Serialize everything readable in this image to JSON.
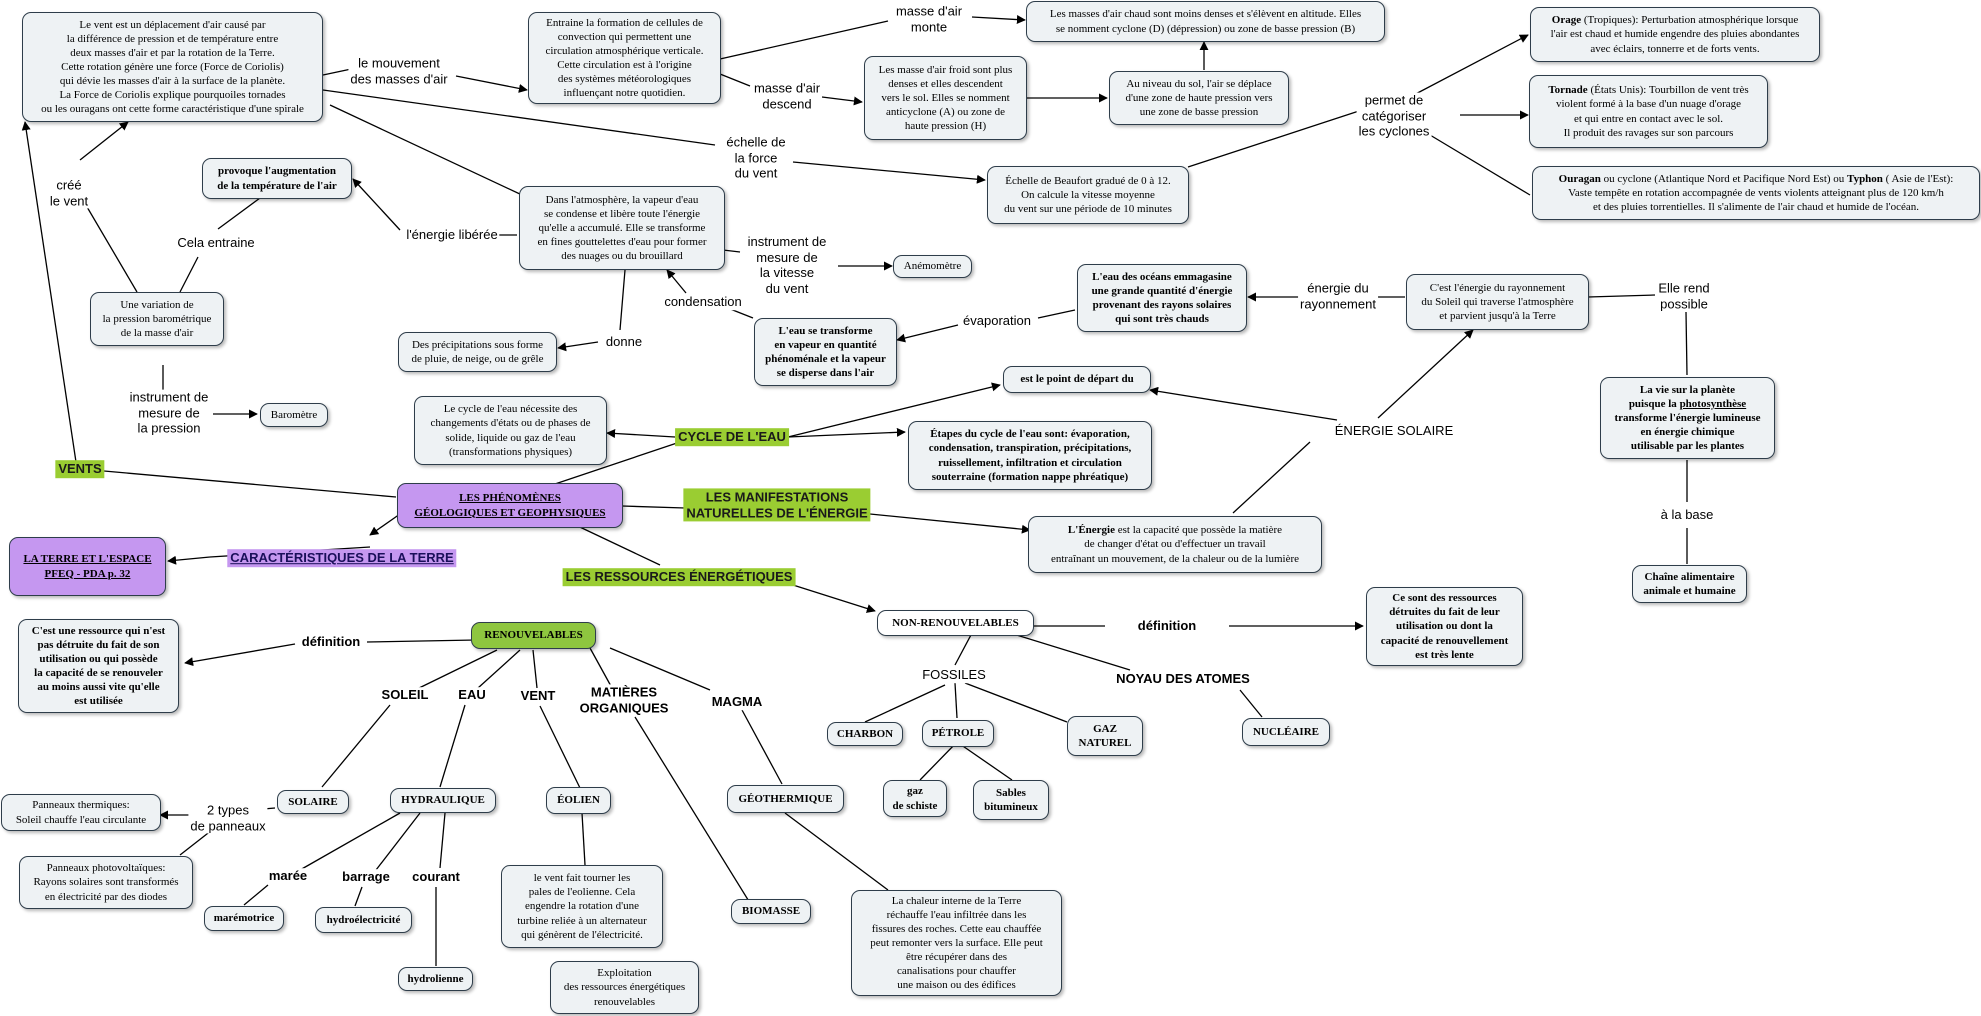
{
  "nodes": {
    "vent_def": "Le vent est un déplacement d'air causé par\nla différence de pression et de température entre\ndeux masses d'air et par la rotation de la Terre.\nCette rotation génère une force (Force de Coriolis)\nqui dévie les masses d'air à la surface de la planète.\nLa Force de Coriolis explique pourquoiles tornades\nou les ouragans ont cette forme caractéristique d'une spirale",
    "cellules": "Entraine la formation de cellules de\nconvection qui permettent une\ncirculation atmosphérique verticale.\nCette circulation est à l'origine\ndes systèmes météorologiques\ninfluençant notre quotidien.",
    "chaud": "Les masses d'air chaud sont moins denses et s'élèvent en altitude. Elles\nse nomment cyclone  (D) (dépression) ou zone de basse pression  (B)",
    "froid": "Les masse d'air froid sont plus\ndenses et elles descendent\nvers le sol. Elles se nomment\nanticyclone (A) ou zone de\nhaute pression (H)",
    "sol": "Au niveau du sol, l'air se déplace\nd'une zone de haute pression vers\nune zone de basse pression",
    "orage": "Orage (Tropiques): Perturbation atmosphérique lorsque\nl'air est chaud et humide engendre des pluies abondantes\navec éclairs, tonnerre et de forts vents.",
    "tornade": "Tornade (États Unis): Tourbillon de vent très\nviolent formé à la base d'un nuage d'orage\net qui entre en contact avec le sol.\nIl produit des ravages sur son parcours",
    "ouragan": "Ouragan ou cyclone (Atlantique Nord et Pacifique Nord Est) ou Typhon ( Asie de l'Est):\nVaste tempête en rotation accompagnée de vents violents atteignant plus de 120 km/h\net des pluies torrentielles. Il s'alimente de l'air chaud et humide de l'océan.",
    "beaufort": "Échelle de Beaufort gradué de 0 à 12.\nOn calcule la vitesse moyenne\ndu vent sur une période de 10 minutes",
    "temperature": "provoque l'augmentation\nde la température de l'air",
    "vapeur": "Dans l'atmosphère, la vapeur d'eau\nse condense et libère toute l'énergie\nqu'elle a accumulé. Elle se transforme\nen fines gouttelettes d'eau pour former\ndes nuages ou du brouillard",
    "anemometre": "Anémomètre",
    "variation": "Une variation de\nla pression barométrique\nde la masse d'air",
    "precipitations": "Des précipitations sous forme\nde pluie, de neige, ou de grêle",
    "eau_transforme": "L'eau se transforme\nen vapeur en quantité\nphénoménale et la vapeur\nse disperse dans l'air",
    "oceans": "L'eau des océans emmagasine\nune grande quantité d'énergie\nprovenant des rayons solaires\nqui sont très chauds",
    "rayonnement": "C'est l'énergie du rayonnement\ndu Soleil qui traverse l'atmosphère\net parvient jusqu'à la Terre",
    "barometre": "Baromètre",
    "depart": "est  le point de départ du",
    "cycle_def": "Le cycle de l'eau nécessite des\nchangements d'états ou de phases de\nsolide, liquide ou gaz de l'eau\n(transformations physiques)",
    "etapes": "Étapes du cycle de l'eau sont: évaporation,\ncondensation, transpiration, précipitations,\nruissellement, infiltration et circulation\nsouterraine (formation nappe phréatique)",
    "vie": "La vie sur la planète\npuisque la photosynthèse\ntransforme l'énergie lumineuse\nen énergie chimique\nutilisable par les plantes",
    "phenomenes": "LES PHÉNOMÈNES\nGÉOLOGIQUES ET GEOPHYSIQUES",
    "terre_espace": "LA TERRE ET L'ESPACE\nPFEQ - PDA p. 32",
    "energie_def": "L'Énergie est la capacité que possède la matière\nde changer d'état  ou d'effectuer un travail\nentraînant un mouvement,  de la chaleur ou de la lumière",
    "chaine": "Chaîne alimentaire\nanimale et humaine",
    "renouv_def": "C'est une ressource qui n'est\npas détruite du fait de son\nutilisation ou qui possède\nla capacité de se renouveler\nau moins aussi vite qu'elle\nest utilisée",
    "renouvelables": "RENOUVELABLES",
    "non_renouvelables": "NON-RENOUVELABLES",
    "nonrenouv_def": "Ce sont des ressources\ndétruites du fait de leur\nutilisation ou dont la\ncapacité de renouvellement\nest très lente",
    "charbon": "CHARBON",
    "petrole": "PÉTROLE",
    "gaz_naturel": "GAZ\nNATUREL",
    "nucleaire": "NUCLÉAIRE",
    "gaz_schiste": "gaz\nde schiste",
    "sables": "Sables\nbitumineux",
    "solaire": "SOLAIRE",
    "hydraulique": "HYDRAULIQUE",
    "eolien": "ÉOLIEN",
    "geothermique": "GÉOTHERMIQUE",
    "thermiques": "Panneaux thermiques:\nSoleil chauffe l'eau circulante",
    "photovoltaiques": "Panneaux photovoltaïques:\nRayons solaires sont transformés\nen électricité par des diodes",
    "maremotrice": "marémotrice",
    "hydroelectricite": "hydroélectricité",
    "hydrolienne": "hydrolienne",
    "eolien_def": "le vent fait tourner les\npales de l'eolienne. Cela\nengendre la rotation d'une\nturbine reliée à un alternateur\nqui génèrent de l'électricité.",
    "biomasse": "BIOMASSE",
    "geo_def": "La chaleur interne de la Terre\nréchauffe  l'eau infiltrée dans les\nfissures des roches.  Cette eau chauffée\npeut remonter vers la surface. Elle peut\nêtre récupérer dans des\ncanalisations pour chauffer\nune maison ou des édifices",
    "exploitation": "Exploitation\ndes ressources énergétiques\nrenouvelables"
  },
  "labels": {
    "mouvement": "le mouvement\ndes masses d'air",
    "monte": "masse d'air\nmonte",
    "descend": "masse d'air\ndescend",
    "echelle": "échelle de\nla force\ndu vent",
    "categoriser": "permet de\ncatégoriser\nles cyclones",
    "cree": "créé\nle vent",
    "cela": "Cela entraine",
    "energie_liberee": "l'énergie libérée",
    "instrument_vitesse": "instrument de\nmesure de\nla vitesse\ndu vent",
    "condensation": "condensation",
    "donne": "donne",
    "evaporation": "évaporation",
    "energie_rayonnement": "énergie du\nrayonnement",
    "rend_possible": "Elle rend\npossible",
    "instrument_pression": "instrument de\nmesure de\nla pression",
    "vents": "VENTS",
    "cycle": "CYCLE DE L'EAU",
    "energie_solaire": "ÉNERGIE SOLAIRE",
    "manifestations": "LES MANIFESTATIONS\nNATURELLES DE L'ÉNERGIE",
    "caracteristiques": "CARACTÉRISTIQUES DE LA TERRE",
    "a_la_base": "à la base",
    "ressources": "LES RESSOURCES ÉNERGÉTIQUES",
    "definition1": "définition",
    "definition2": "définition",
    "fossiles": "FOSSILES",
    "noyau": "NOYAU DES ATOMES",
    "soleil": "SOLEIL",
    "eau": "EAU",
    "vent": "VENT",
    "matieres": "MATIÈRES\nORGANIQUES",
    "magma": "MAGMA",
    "panneaux": "2 types\nde panneaux",
    "maree": "marée",
    "barrage": "barrage",
    "courant": "courant"
  }
}
